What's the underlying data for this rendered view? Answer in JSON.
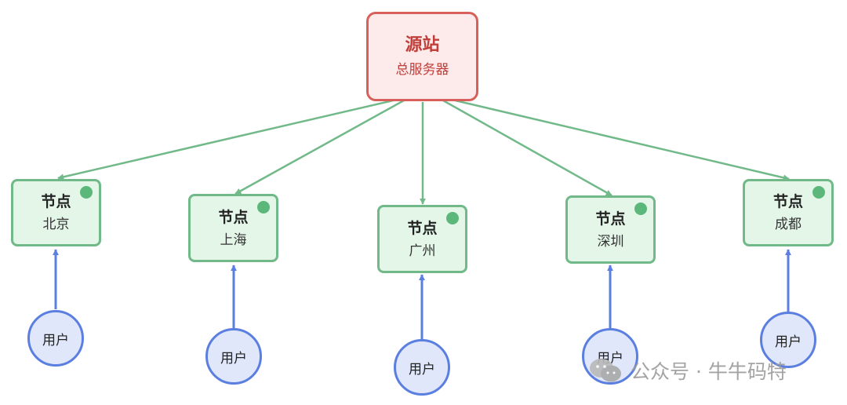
{
  "source": {
    "title": "源站",
    "subtitle": "总服务器"
  },
  "nodes": [
    {
      "title": "节点",
      "city": "北京"
    },
    {
      "title": "节点",
      "city": "上海"
    },
    {
      "title": "节点",
      "city": "广州"
    },
    {
      "title": "节点",
      "city": "深圳"
    },
    {
      "title": "节点",
      "city": "成都"
    }
  ],
  "users": [
    {
      "label": "用户"
    },
    {
      "label": "用户"
    },
    {
      "label": "用户"
    },
    {
      "label": "用户"
    },
    {
      "label": "用户"
    }
  ],
  "watermark": {
    "text": "公众号 · 牛牛码特",
    "icon": "wechat-icon"
  },
  "colors": {
    "source_border": "#d9605a",
    "node_border": "#72b98a",
    "status_dot": "#5cb87a",
    "user_border": "#5b7fe0",
    "green_arrow": "#72b98a",
    "blue_arrow": "#5b7fe0"
  }
}
